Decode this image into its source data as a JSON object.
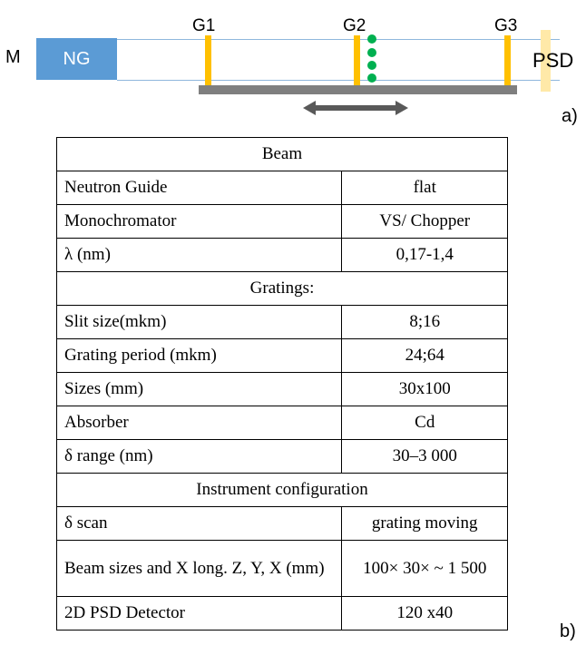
{
  "diagram": {
    "source_label": "M",
    "guide_label": "NG",
    "gratings": [
      "G1",
      "G2",
      "G3"
    ],
    "detector_label": "PSD",
    "panel_a_label": "a)",
    "panel_b_label": "b)",
    "colors": {
      "guide": "#5b9bd5",
      "grating": "#ffc000",
      "sample_dots": "#00b050",
      "rail": "#7f7f7f",
      "detector": "#ffe9a8",
      "beam_lines": "#8fb7dd"
    }
  },
  "table": {
    "sections": [
      {
        "title": "Beam",
        "rows": [
          {
            "param": "Neutron Guide",
            "value": "flat"
          },
          {
            "param": "Monochromator",
            "value": "VS/ Chopper"
          },
          {
            "param": "λ (nm)",
            "value": "0,17-1,4"
          }
        ]
      },
      {
        "title": "Gratings:",
        "rows": [
          {
            "param": "Slit size(mkm)",
            "value": "8;16"
          },
          {
            "param": "Grating period (mkm)",
            "value": "24;64"
          },
          {
            "param": "Sizes (mm)",
            "value": "30x100"
          },
          {
            "param": "Absorber",
            "value": "Cd"
          },
          {
            "param": "δ range (nm)",
            "value": "30–3 000"
          }
        ]
      },
      {
        "title": "Instrument configuration",
        "rows": [
          {
            "param": "δ scan",
            "value": "grating moving"
          },
          {
            "param": "Beam sizes  and X  long. Z, Y, X (mm)",
            "value": "100× 30× ~  1 500"
          },
          {
            "param": " 2D PSD Detector",
            "value": "120 x40"
          }
        ]
      }
    ]
  }
}
